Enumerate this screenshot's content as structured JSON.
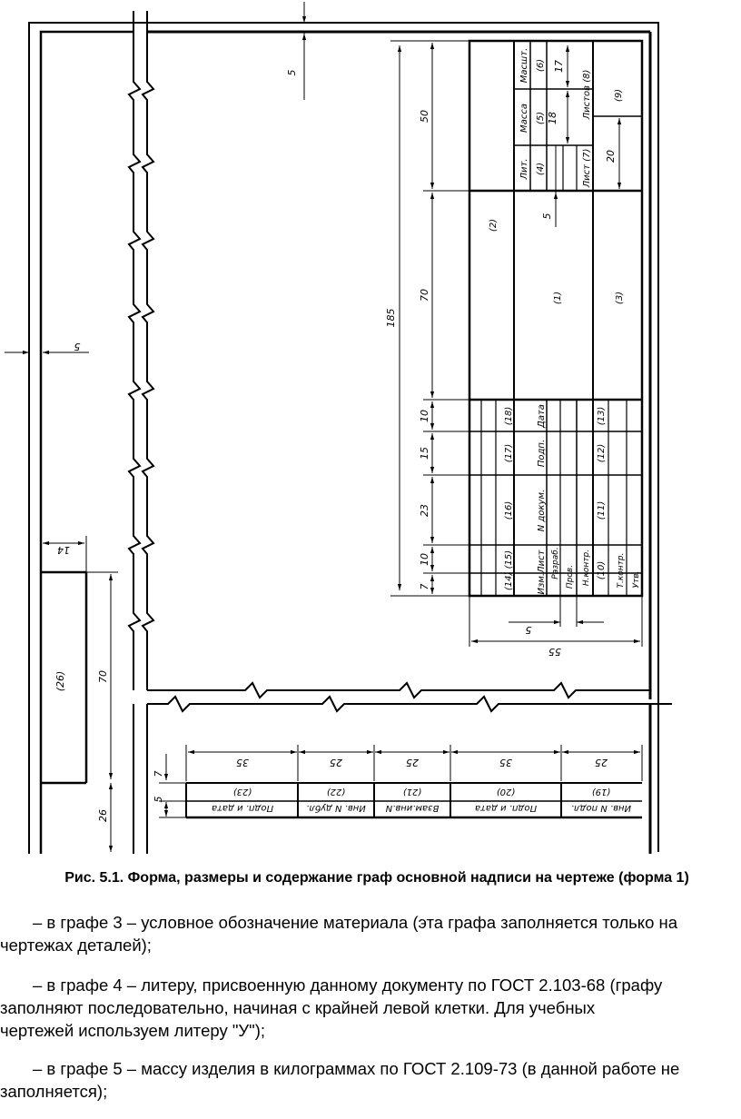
{
  "drawing": {
    "dims": {
      "top_margin": "5",
      "left_margin": "5",
      "d50": "50",
      "d70": "70",
      "d185": "185",
      "d10a": "10",
      "d15": "15",
      "d23": "23",
      "d10b": "10",
      "d7": "7",
      "d5_litera": "5",
      "d17": "17",
      "d18": "18",
      "d20": "20",
      "d5_bottom": "5",
      "d55": "55",
      "d14": "14",
      "d70_side": "70",
      "d26": "26",
      "d35a": "35",
      "d25a": "25",
      "d25b": "25",
      "d35b": "35",
      "d25c": "25",
      "d7_side": "7",
      "d5_side": "5"
    },
    "title_block": {
      "massh": "Масшт.",
      "massa": "Масса",
      "lit": "Лит.",
      "listov": "Листов (8)",
      "list": "Лист (7)",
      "g6": "(6)",
      "g5": "(5)",
      "g4": "(4)",
      "g9": "(9)",
      "g2": "(2)",
      "g1": "(1)",
      "g3": "(3)",
      "g18": "(18)",
      "g17": "(17)",
      "g16": "(16)",
      "g15": "(14) (15)",
      "g13": "(13)",
      "g12": "(12)",
      "g11": "(11)",
      "g10": "(10)",
      "data": "Дата",
      "podp": "Подп.",
      "ndokum": "N докум.",
      "izm": "Изм.Лист",
      "razrab": "Разраб.",
      "prov": "Пров.",
      "nkontr": "Н.контр.",
      "tkontr": "Т.контр.",
      "utv": "Утв."
    },
    "side_block": {
      "g26": "(26)"
    },
    "bottom_block": {
      "cols": [
        "(23)",
        "(22)",
        "(21)",
        "(20)",
        "(19)"
      ],
      "labels": [
        "Подп. и дата",
        "Инв. N дубл.",
        "Взам.инв.N",
        "Подп. и дата",
        "Инв. N подл."
      ]
    }
  },
  "caption": "Рис. 5.1. Форма, размеры и содержание граф основной надписи на чертеже (форма 1)",
  "paragraphs": [
    {
      "line1": "– в графе 3 – условное обозначение материала (эта графа заполняется только на",
      "line2": "чертежах деталей);"
    },
    {
      "line1": "– в графе 4 – литеру, присвоенную данному документу по ГОСТ 2.103-68 (графу",
      "line2": "заполняют последовательно, начиная с крайней левой клетки. Для учебных",
      "line3": "чертежей используем литеру \"У\");"
    },
    {
      "line1": "– в графе 5 – массу изделия в килограммах по ГОСТ 2.109-73 (в данной работе не",
      "line2": "заполняется);"
    }
  ]
}
